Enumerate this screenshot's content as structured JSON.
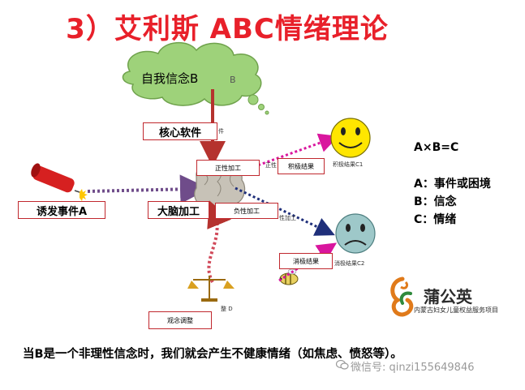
{
  "title": "3）艾利斯 ABC情绪理论",
  "diagram": {
    "belief_cloud_label": "自我信念B",
    "belief_cloud_ghost": "B",
    "core_software_label": "核心软件",
    "core_software_ghost": "件",
    "trigger_label": "诱发事件A",
    "brain_processing_label": "大脑加工",
    "positive_processing_label": "正性加工",
    "positive_processing_ghost": "正性",
    "negative_processing_label": "负性加工",
    "negative_processing_ghost": "性加工",
    "positive_result_label": "积极结果",
    "positive_result_note": "积极结果C1",
    "negative_result_label": "消极结果",
    "negative_result_note": "消极结果C2",
    "adjustment_label": "观念调整",
    "balance_note": "整 D",
    "colors": {
      "accent_red": "#e8202a",
      "cloud_green": "#9ed27a",
      "arrow_red": "#b5322e",
      "arrow_purple": "#d9169e",
      "arrow_navy": "#1f2f7a",
      "smile_yellow": "#ffe600",
      "sad_teal": "#9ec8c9"
    }
  },
  "legend": {
    "formula": "A×B=C",
    "a": "A：事件或困境",
    "b": "B：信念",
    "c": "C：情绪"
  },
  "logo": {
    "name": "蒲公英",
    "subtitle": "内蒙古妇女儿童权益服务项目"
  },
  "bottom_text": "当B是一个非理性信念时，我们就会产生不健康情绪（如焦虑、愤怒等）。",
  "watermark": "微信号: qinzi155649846"
}
